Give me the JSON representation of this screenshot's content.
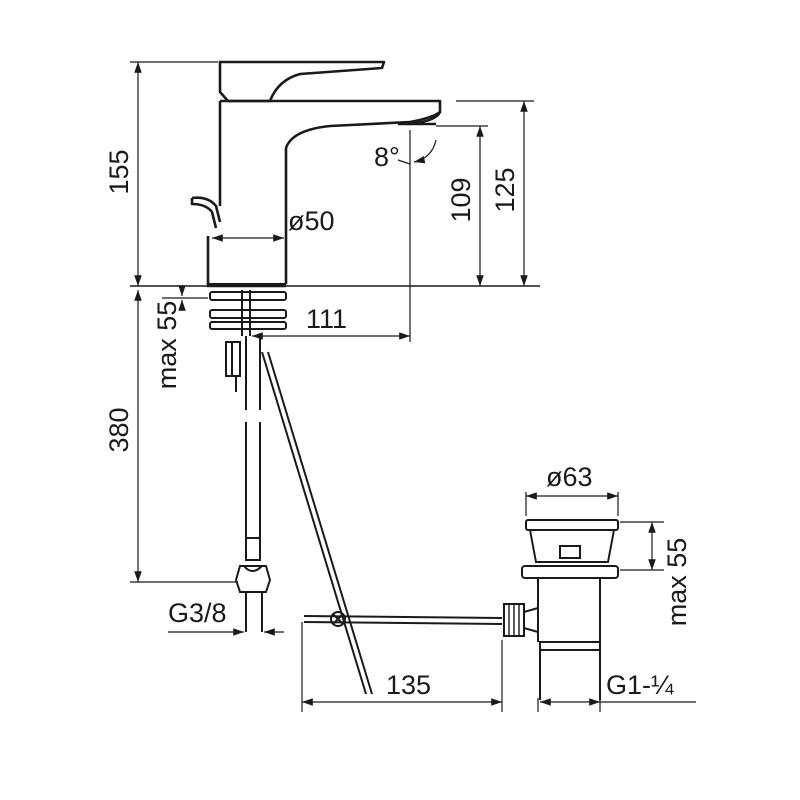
{
  "dimensions": {
    "height_total": "155",
    "spout_height": "125",
    "outlet_height": "109",
    "angle": "8°",
    "body_diameter": "ø50",
    "spout_reach": "111",
    "deck_thickness": "max 55",
    "hose_length": "380",
    "hose_thread": "G3/8",
    "waste_reach": "135",
    "waste_diameter": "ø63",
    "waste_deck": "max 55",
    "waste_thread": "G1-¼"
  }
}
